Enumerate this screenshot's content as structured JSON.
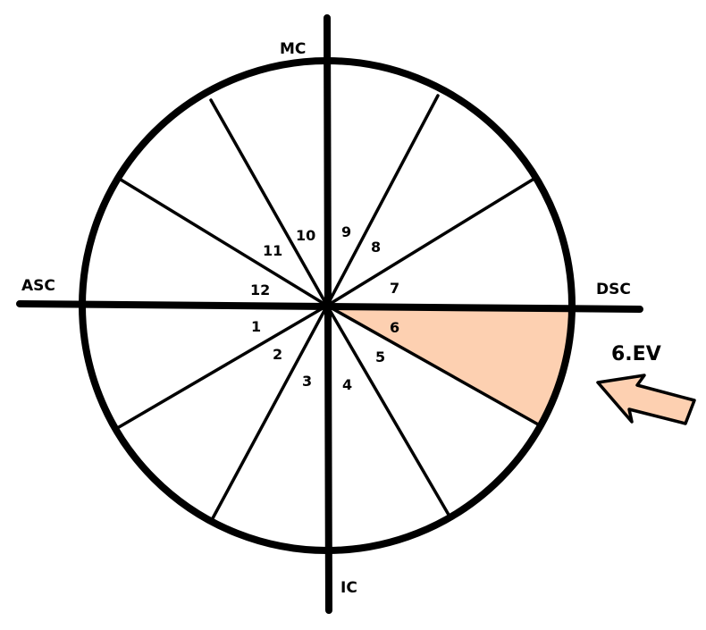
{
  "axes": {
    "mc": "MC",
    "ic": "IC",
    "asc": "ASC",
    "dsc": "DSC"
  },
  "houses": [
    "1",
    "2",
    "3",
    "4",
    "5",
    "6",
    "7",
    "8",
    "9",
    "10",
    "11",
    "12"
  ],
  "highlight": {
    "house": "6",
    "label": "6.EV",
    "color": "#fdd0b1"
  },
  "colors": {
    "stroke": "#000000",
    "background": "#ffffff"
  }
}
